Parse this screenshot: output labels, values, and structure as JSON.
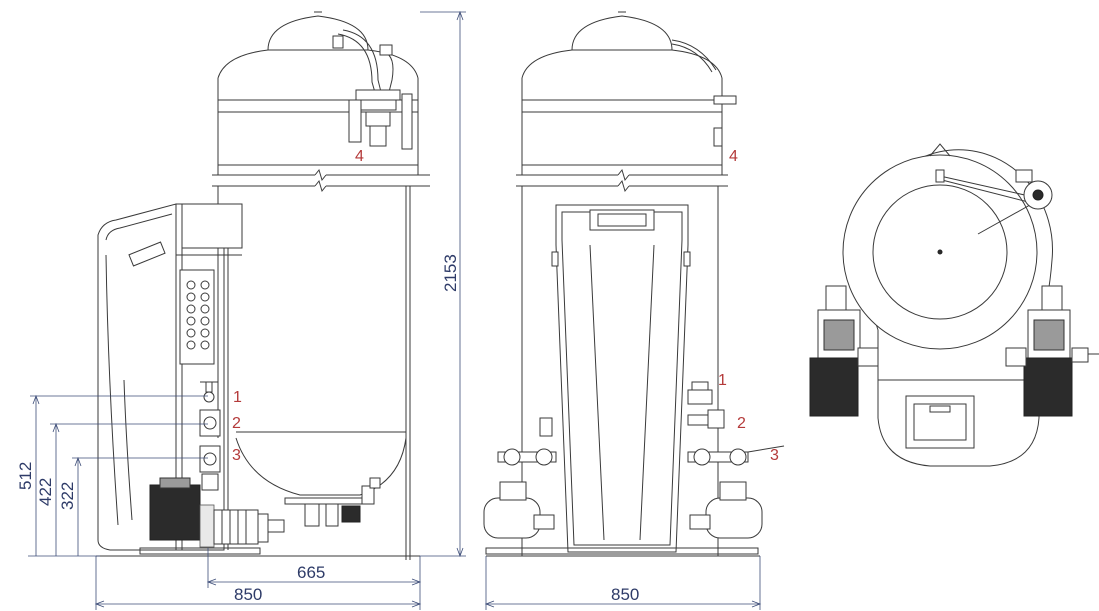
{
  "dimensions": {
    "height_total": "2153",
    "height_1": "512",
    "height_2": "422",
    "height_3": "322",
    "depth": "665",
    "width_side": "850",
    "width_front": "850"
  },
  "callouts": {
    "side": [
      "1",
      "2",
      "3",
      "4"
    ],
    "front": [
      "1",
      "2",
      "3",
      "4"
    ]
  },
  "colors": {
    "dimension": "#2e3b68",
    "callout": "#b43a3a",
    "line": "#3a3a3a"
  }
}
